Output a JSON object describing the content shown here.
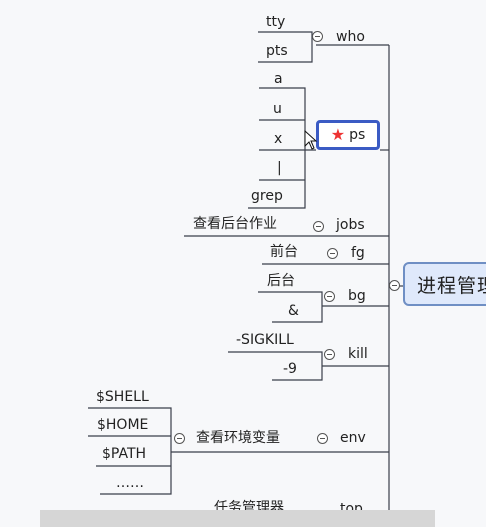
{
  "root": {
    "label": "进程管理"
  },
  "who": {
    "label": "who",
    "children": [
      "tty",
      "pts"
    ]
  },
  "ps": {
    "label": "ps",
    "children": [
      "a",
      "u",
      "x",
      "|",
      "grep"
    ]
  },
  "jobs": {
    "label": "jobs",
    "child": "查看后台作业"
  },
  "fg": {
    "label": "fg",
    "child": "前台"
  },
  "bg": {
    "label": "bg",
    "children": [
      "后台",
      "&"
    ]
  },
  "kill": {
    "label": "kill",
    "children": [
      "-SIGKILL",
      "-9"
    ]
  },
  "env": {
    "label": "env",
    "child": "查看环境变量",
    "grandchildren": [
      "$SHELL",
      "$HOME",
      "$PATH",
      "……"
    ]
  },
  "top": {
    "label": "top",
    "child": "任务管理器"
  },
  "colors": {
    "line": "#3a3f4a",
    "ps_border": "#3b5bc4",
    "root_fill": "#dfe9fb",
    "star": "#e33333"
  }
}
